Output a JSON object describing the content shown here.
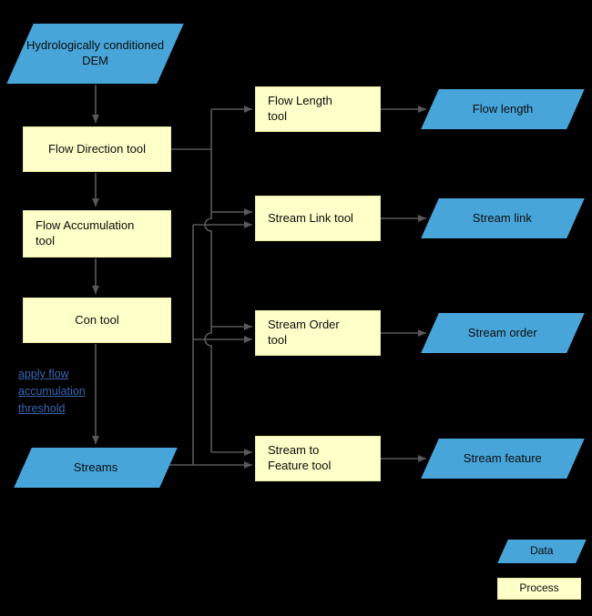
{
  "colors": {
    "background": "#000000",
    "data_fill": "#47A5DA",
    "process_fill": "#FFFFC9",
    "connector": "#595959",
    "annotation_text": "#3A66B5"
  },
  "nodes": {
    "dem": {
      "label": "Hydrologically conditioned DEM",
      "type": "data"
    },
    "flow_direction_tool": {
      "label": "Flow Direction tool",
      "type": "process"
    },
    "flow_accumulation_tool": {
      "label": "Flow Accumulation tool",
      "type": "process"
    },
    "con_tool": {
      "label": "Con tool",
      "type": "process"
    },
    "streams": {
      "label": "Streams",
      "type": "data"
    },
    "flow_length_tool": {
      "label": "Flow Length tool",
      "type": "process"
    },
    "stream_link_tool": {
      "label": "Stream Link tool",
      "type": "process"
    },
    "stream_order_tool": {
      "label": "Stream Order tool",
      "type": "process"
    },
    "stream_to_feature_tool": {
      "label": "Stream to Feature tool",
      "type": "process"
    },
    "flow_length": {
      "label": "Flow length",
      "type": "data"
    },
    "stream_link": {
      "label": "Stream link",
      "type": "data"
    },
    "stream_order": {
      "label": "Stream order",
      "type": "data"
    },
    "stream_feature": {
      "label": "Stream feature",
      "type": "data"
    }
  },
  "annotation": {
    "text": "apply flow accumulation threshold"
  },
  "legend": {
    "data_label": "Data",
    "process_label": "Process"
  }
}
